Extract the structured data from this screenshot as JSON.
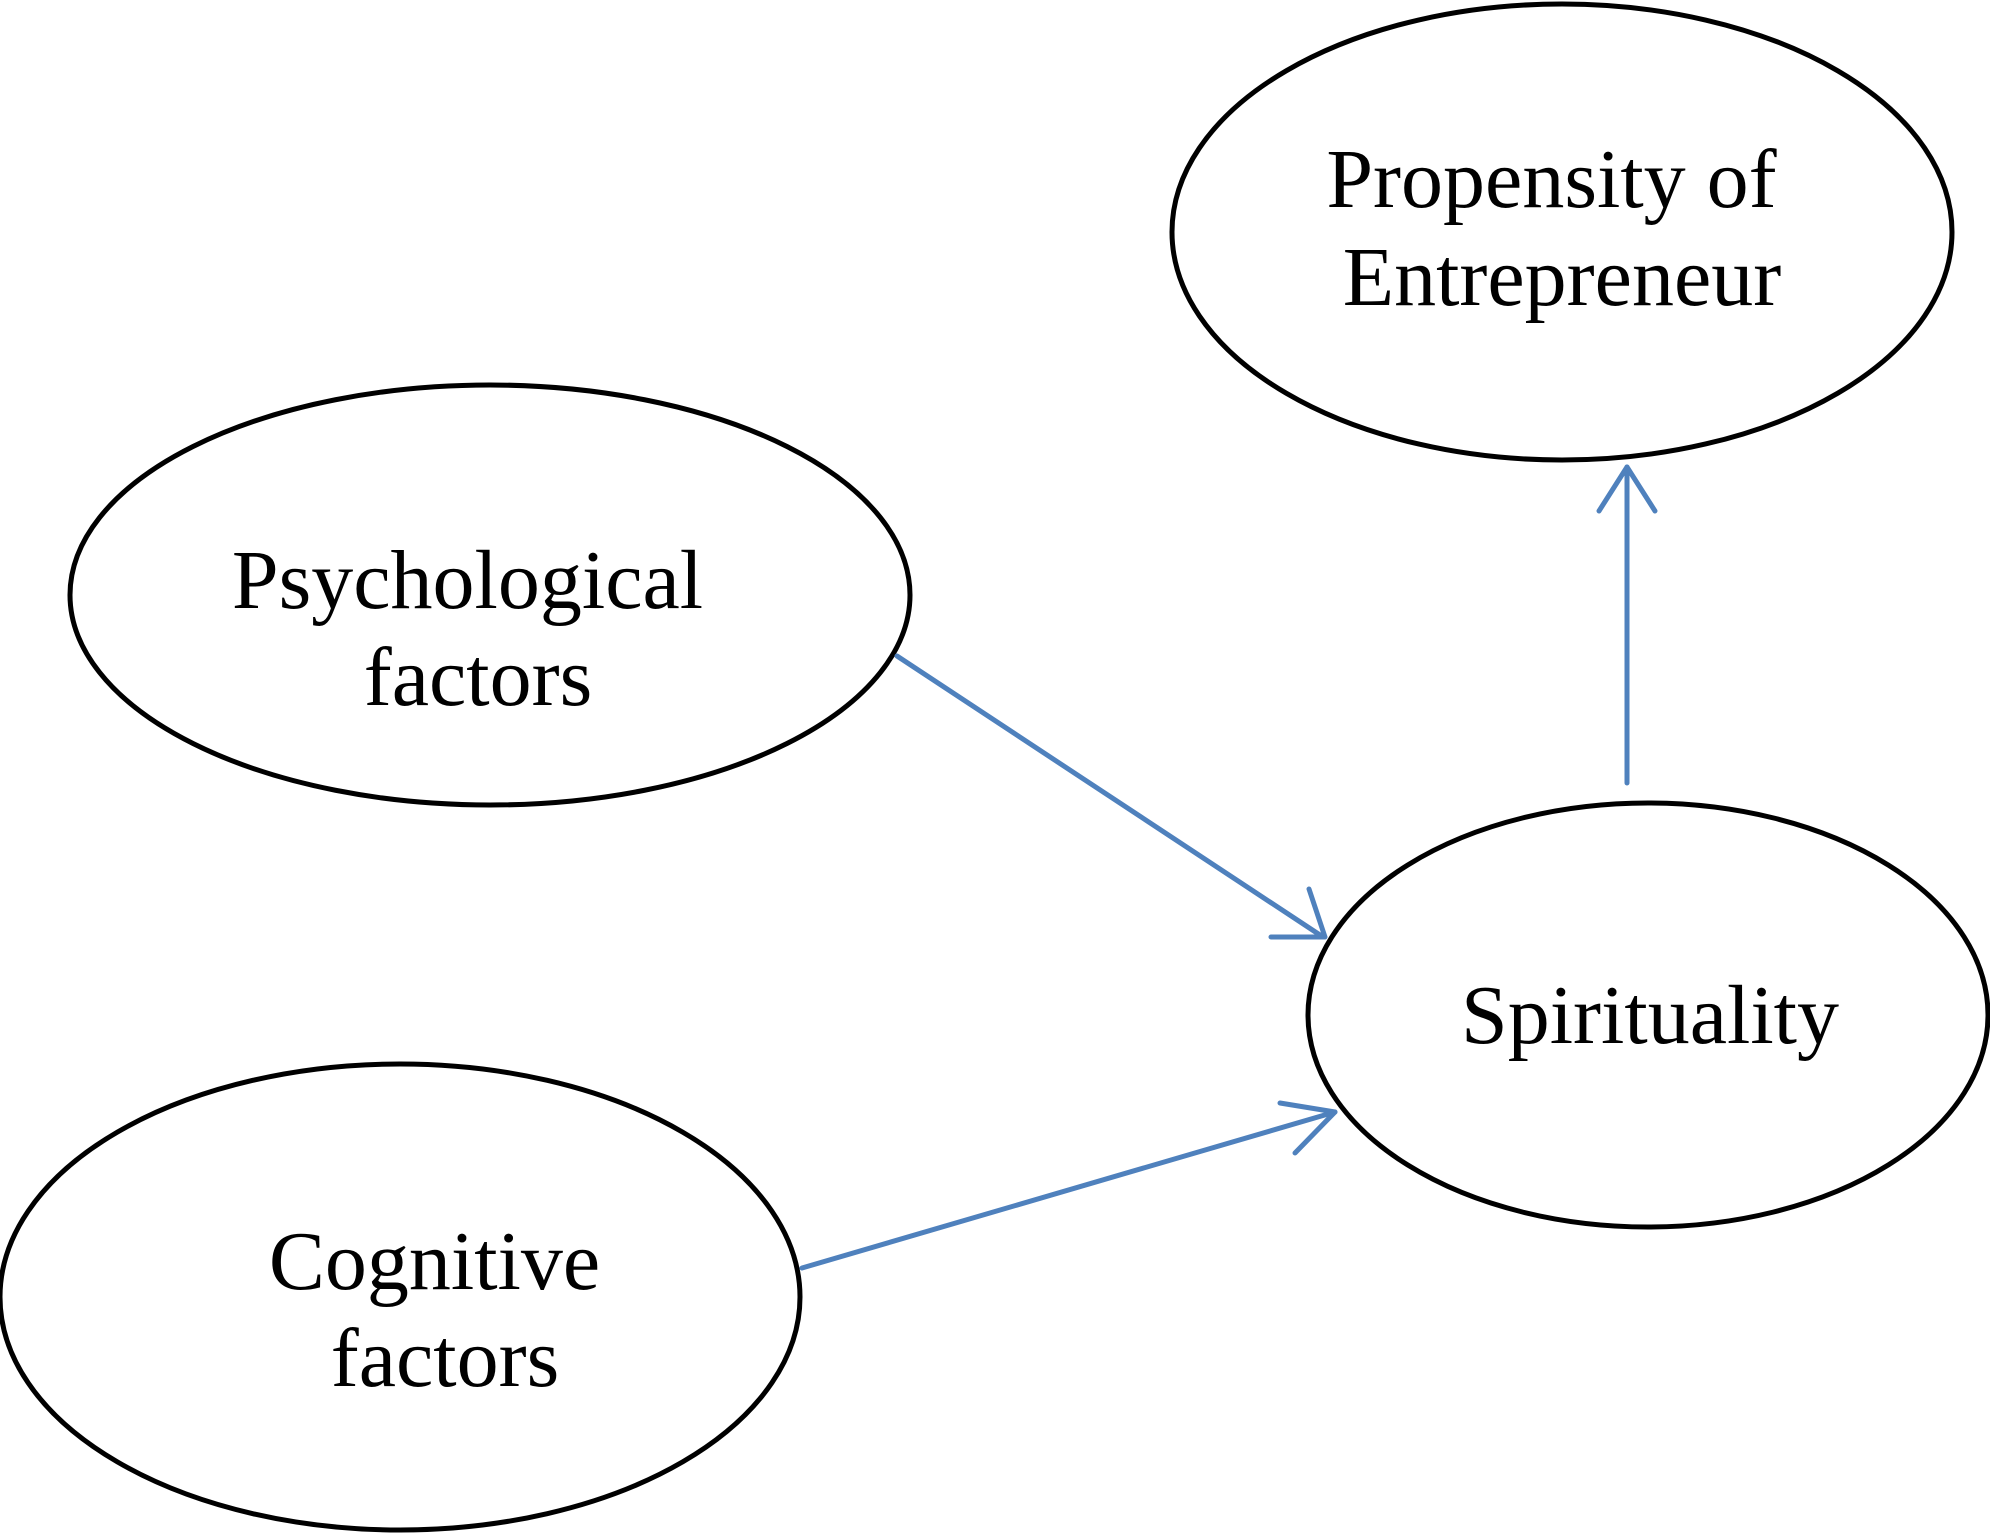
{
  "diagram": {
    "edge_color": "#4f81bd",
    "node_border_color": "#000000",
    "nodes": {
      "propensity": {
        "lines": [
          "Propensity of",
          "Entrepreneur"
        ]
      },
      "psychological": {
        "lines": [
          "Psychological",
          "factors"
        ]
      },
      "spirituality": {
        "lines": [
          "Spirituality"
        ]
      },
      "cognitive": {
        "lines": [
          "Cognitive",
          "factors"
        ]
      }
    },
    "edges": [
      {
        "from": "Psychological factors",
        "to": "Spirituality"
      },
      {
        "from": "Cognitive factors",
        "to": "Spirituality"
      },
      {
        "from": "Spirituality",
        "to": "Propensity of Entrepreneur"
      }
    ]
  }
}
